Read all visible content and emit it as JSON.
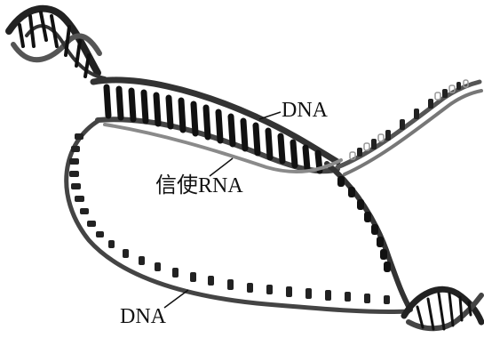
{
  "labels": {
    "dna_top": "DNA",
    "mrna": "信使RNA",
    "dna_bottom": "DNA"
  }
}
